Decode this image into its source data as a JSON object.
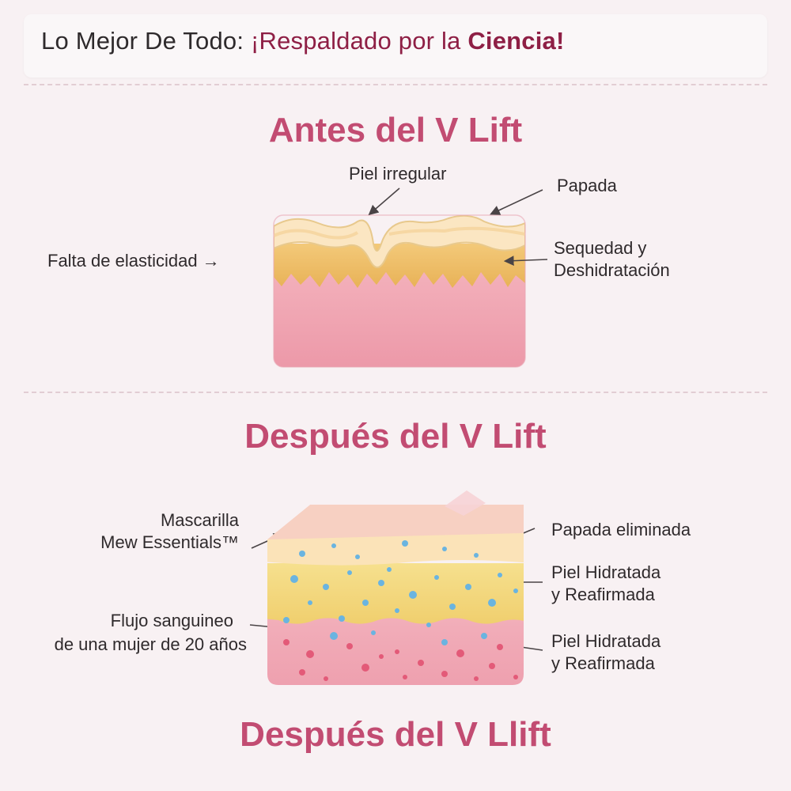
{
  "header": {
    "part1": "Lo Mejor De Todo: ",
    "part2": "¡Respaldado por la ",
    "part3": "Ciencia!"
  },
  "before": {
    "title": "Antes del V Lift",
    "labels": {
      "irregular": "Piel irregular",
      "papada": "Papada",
      "elasticidad": "Falta de elasticidad →",
      "sequedad_1": "Sequedad y",
      "sequedad_2": "Deshidratación"
    }
  },
  "after": {
    "title": "Después del V Lift",
    "labels": {
      "mascarilla_1": "Mascarilla",
      "mascarilla_2": "Mew Essentials™",
      "papada": "Papada eliminada",
      "hidratada1_1": "Piel Hidratada",
      "hidratada1_2": "y Reafirmada",
      "flujo_1": "Flujo sanguineo",
      "flujo_2": "de una mujer de 20 años",
      "hidratada2_1": "Piel Hidratada",
      "hidratada2_2": "y Reafirmada"
    }
  },
  "footer": {
    "title_a": "Después del ",
    "title_b": "V Llift"
  },
  "colors": {
    "title": "#c24c72",
    "accent": "#8e1f45",
    "skin_top": "#fbe9c8",
    "skin_fat": "#f0c46a",
    "skin_dermis": "#f0a7b4",
    "water_dots": "#6ab4e0",
    "blood_dots": "#e35a78"
  }
}
